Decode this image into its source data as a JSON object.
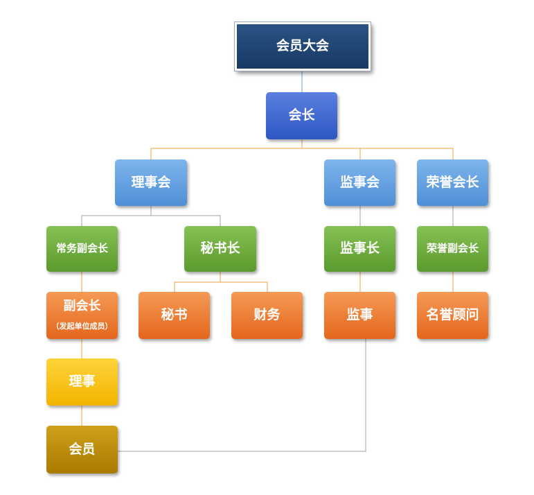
{
  "nodes": {
    "assembly": "会员大会",
    "president": "会长",
    "council": "理事会",
    "supervisory_board": "监事会",
    "honorary_president": "荣誉会长",
    "executive_vp": "常务副会长",
    "secretary_general": "秘书长",
    "chief_supervisor": "监事长",
    "honorary_vp": "荣誉副会长",
    "vice_president": "副会长",
    "vice_president_note": "（发起单位成员）",
    "secretary": "秘书",
    "finance": "财务",
    "supervisor": "监事",
    "honorary_advisor": "名誉顾问",
    "director": "理事",
    "member": "会员"
  },
  "colors": {
    "dark_navy": "#1f4671",
    "navy": "#3d66cf",
    "blue": "#5d9ce0",
    "green": "#6aab3d",
    "orange": "#ec7a30",
    "yellow": "#f9c416",
    "gold": "#b98d08",
    "connector_orange": "#f0a040",
    "connector_gray": "#a0a0a0",
    "connector_blue": "#6a9fd8"
  }
}
